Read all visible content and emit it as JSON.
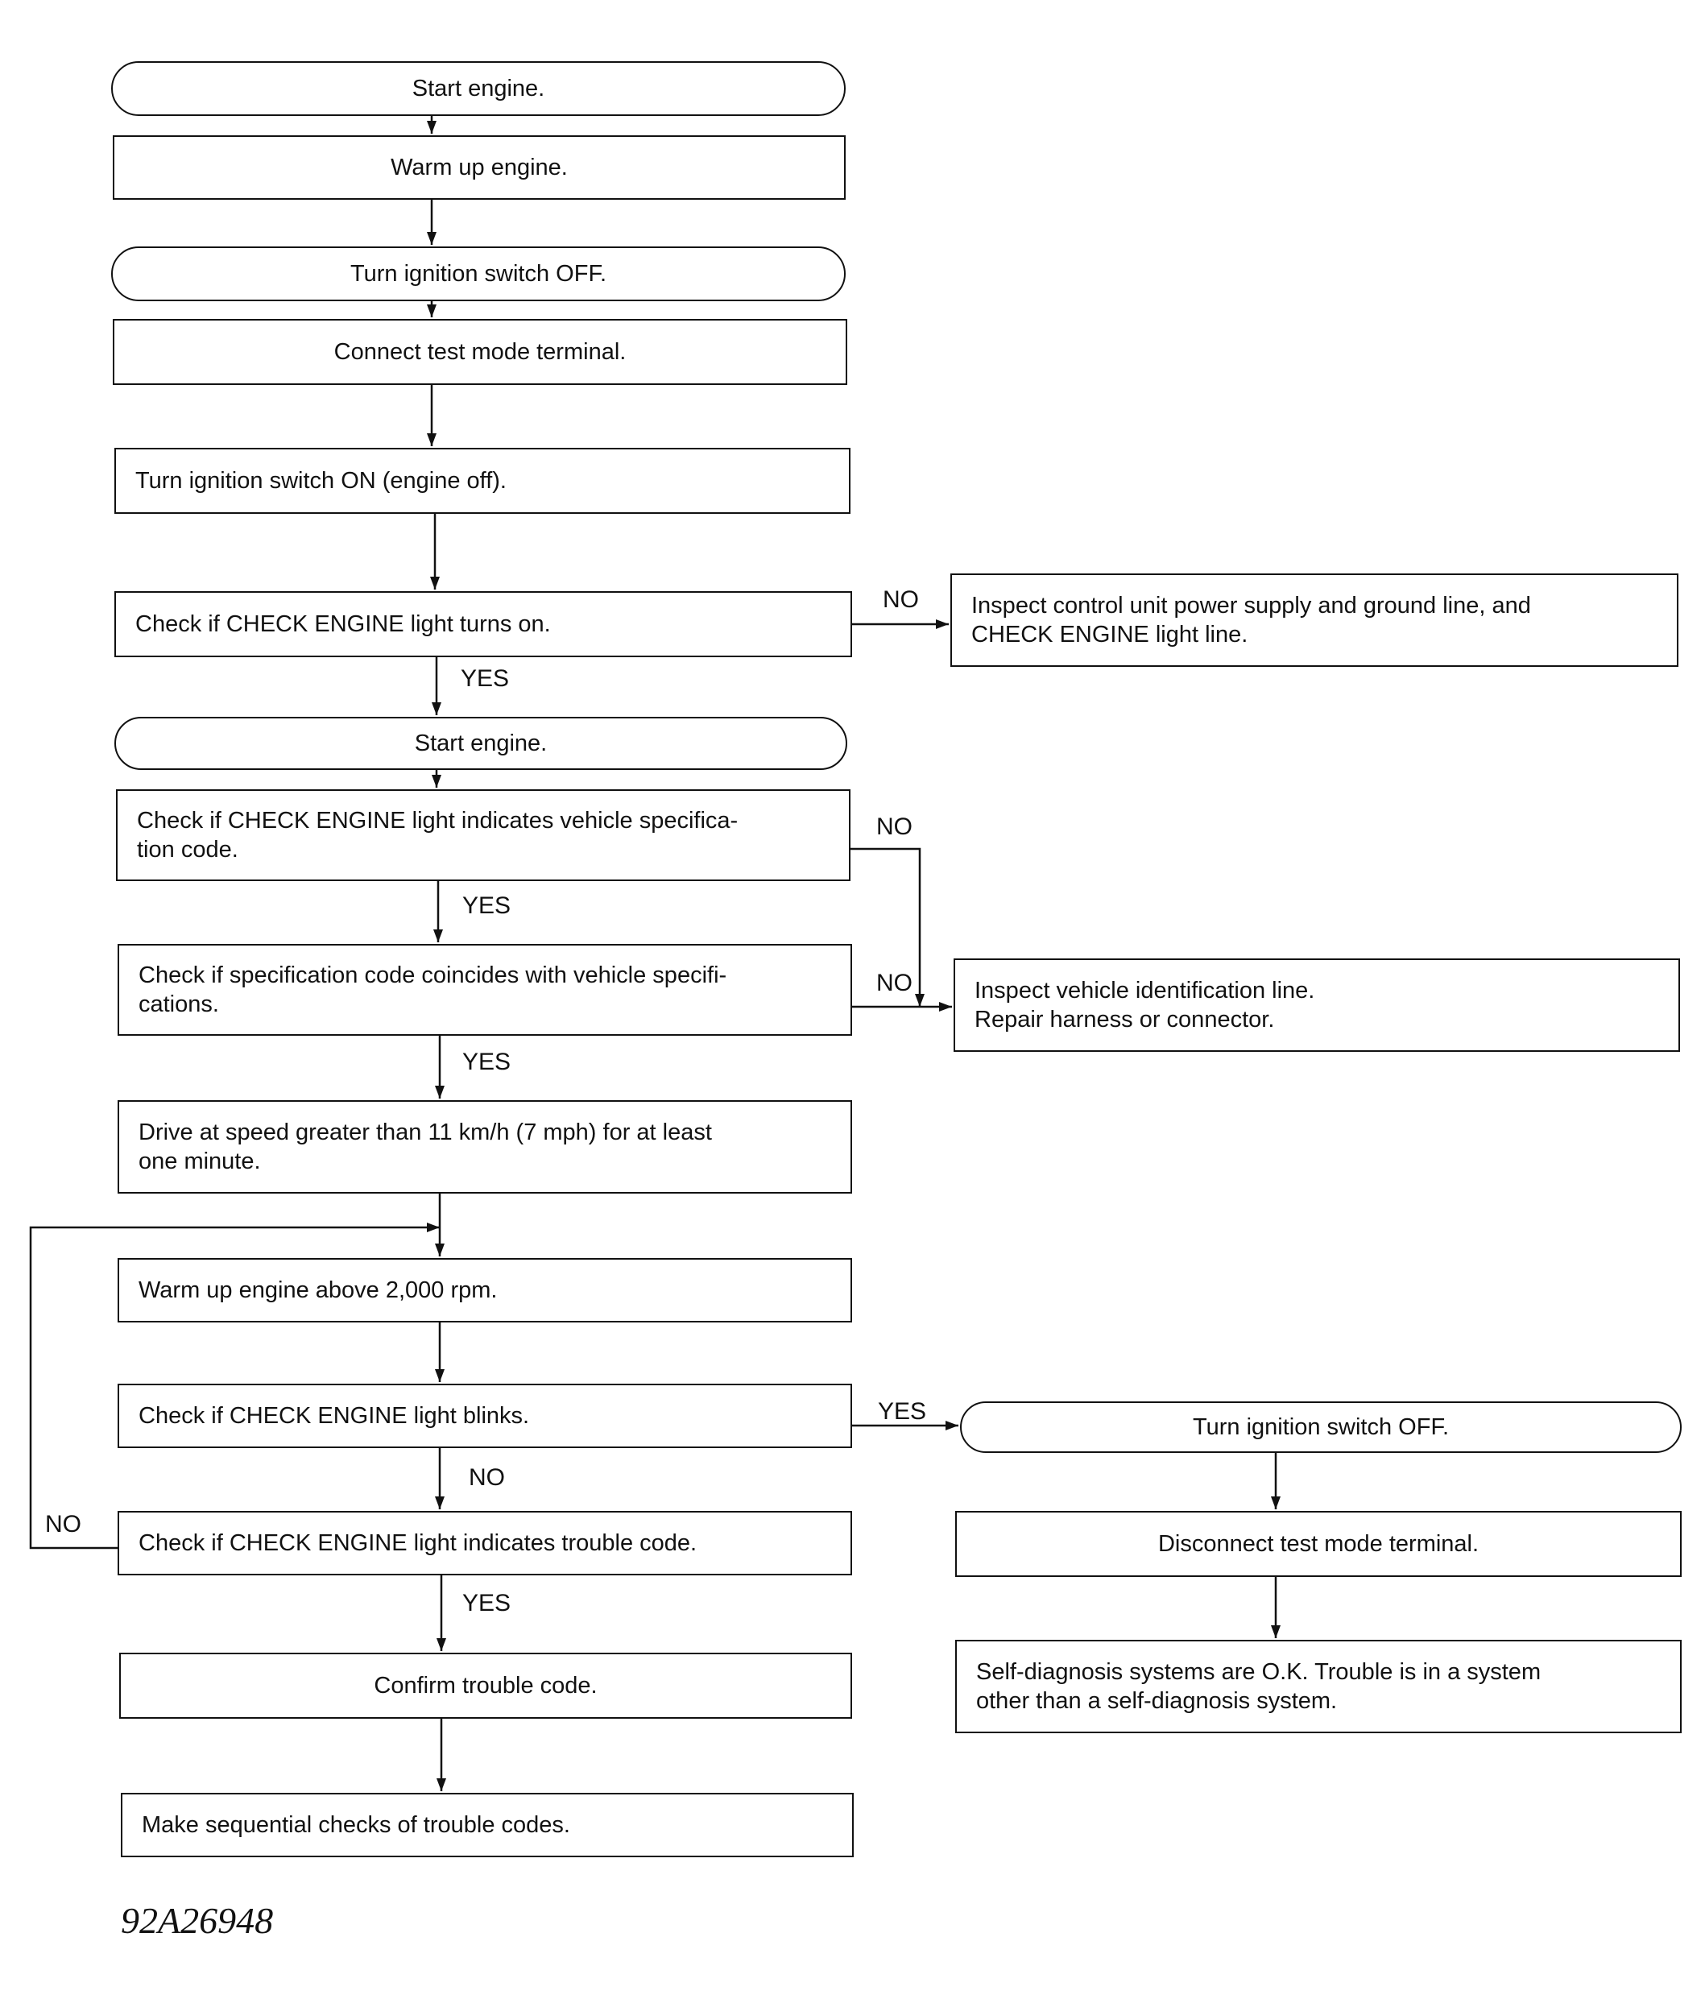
{
  "nodes": {
    "start_engine_1": "Start engine.",
    "warm_up_engine": "Warm up engine.",
    "ignition_off_1": "Turn ignition switch OFF.",
    "connect_test_terminal": "Connect test mode terminal.",
    "ignition_on": "Turn ignition switch ON (engine off).",
    "check_light_on": "Check if CHECK ENGINE light turns on.",
    "inspect_power_supply": "Inspect control unit power supply and ground line, and\nCHECK ENGINE light line.",
    "start_engine_2": "Start engine.",
    "check_spec_code": "Check if CHECK ENGINE light indicates vehicle specifica-\ntion code.",
    "check_spec_coincides": "Check if specification code coincides with vehicle specifi-\ncations.",
    "inspect_vehicle_id": "Inspect vehicle identification line.\nRepair harness or connector.",
    "drive_speed": "Drive at speed greater than 11 km/h (7 mph) for at least\none minute.",
    "warm_up_2000": "Warm up engine above 2,000 rpm.",
    "check_blinks": "Check if CHECK ENGINE light blinks.",
    "ignition_off_2": "Turn ignition switch OFF.",
    "check_trouble_code": "Check if CHECK ENGINE light indicates trouble code.",
    "disconnect_test_terminal": "Disconnect test mode terminal.",
    "confirm_trouble_code": "Confirm trouble code.",
    "self_diagnosis_ok": "Self-diagnosis systems are O.K. Trouble is in a system\nother than a self-diagnosis system.",
    "sequential_checks": "Make sequential checks of trouble codes."
  },
  "edge_labels": {
    "light_on_no": "NO",
    "light_on_yes": "YES",
    "spec_code_no": "NO",
    "spec_code_yes": "YES",
    "spec_coincides_no": "NO",
    "spec_coincides_yes": "YES",
    "blinks_yes": "YES",
    "blinks_no": "NO",
    "trouble_code_no": "NO",
    "trouble_code_yes": "YES"
  },
  "figure_id": "92A26948"
}
